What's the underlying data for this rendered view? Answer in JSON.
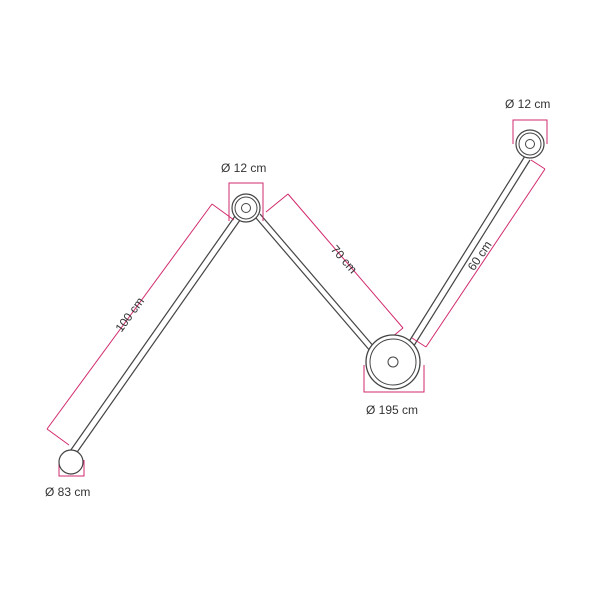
{
  "colors": {
    "dimension": "#d12a6c",
    "rod": "#444444",
    "text": "#333333",
    "fill": "#ffffff"
  },
  "labels": {
    "node_left_diameter": "Ø 83 cm",
    "node_top_left_diameter": "Ø 12 cm",
    "node_center_diameter": "Ø 195 cm",
    "node_top_right_diameter": "Ø 12 cm",
    "rod_1_length": "100 cm",
    "rod_2_length": "70 cm",
    "rod_3_length": "60 cm"
  }
}
